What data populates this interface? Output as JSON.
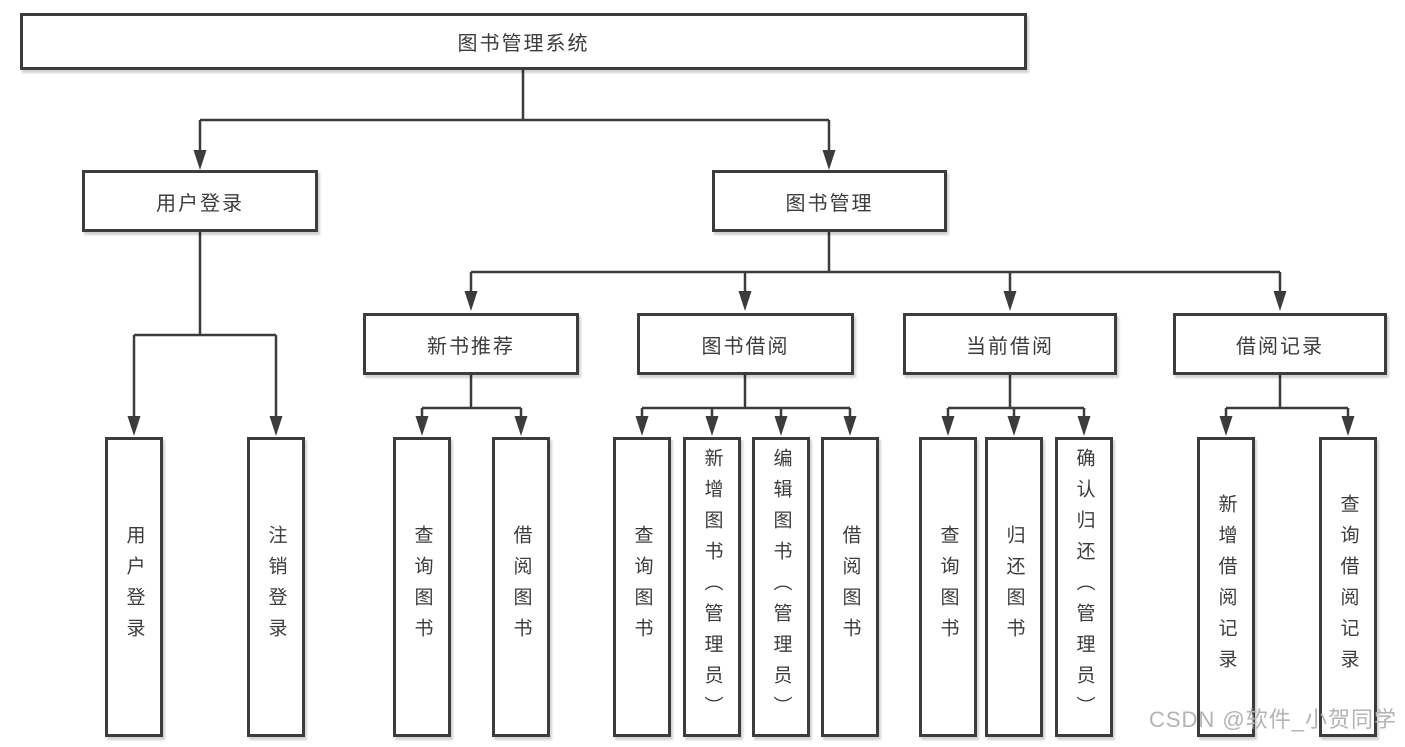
{
  "nodes": {
    "root": {
      "label": "图书管理系统"
    },
    "user_login": {
      "label": "用户登录"
    },
    "book_management": {
      "label": "图书管理"
    },
    "new_book_recommend": {
      "label": "新书推荐"
    },
    "book_borrowing": {
      "label": "图书借阅"
    },
    "current_borrowing": {
      "label": "当前借阅"
    },
    "borrowing_records": {
      "label": "借阅记录"
    },
    "leaf_user_login": {
      "label": "用户登录"
    },
    "leaf_logout": {
      "label": "注销登录"
    },
    "leaf_query_books_1": {
      "label": "查询图书"
    },
    "leaf_borrow_books_1": {
      "label": "借阅图书"
    },
    "leaf_query_books_2": {
      "label": "查询图书"
    },
    "leaf_add_book_admin": {
      "label": "新增图书（管理员）"
    },
    "leaf_edit_book_admin": {
      "label": "编辑图书（管理员）"
    },
    "leaf_borrow_books_2": {
      "label": "借阅图书"
    },
    "leaf_query_books_3": {
      "label": "查询图书"
    },
    "leaf_return_book": {
      "label": "归还图书"
    },
    "leaf_confirm_return_admin": {
      "label": "确认归还（管理员）"
    },
    "leaf_add_borrow_record": {
      "label": "新增借阅记录"
    },
    "leaf_query_borrow_record": {
      "label": "查询借阅记录"
    }
  },
  "watermark": {
    "text": "CSDN @软件_小贺同学"
  },
  "colors": {
    "line": "#3c3c3c",
    "text": "#3c3c3c",
    "watermark": "#b3b3b3",
    "background": "#ffffff"
  }
}
